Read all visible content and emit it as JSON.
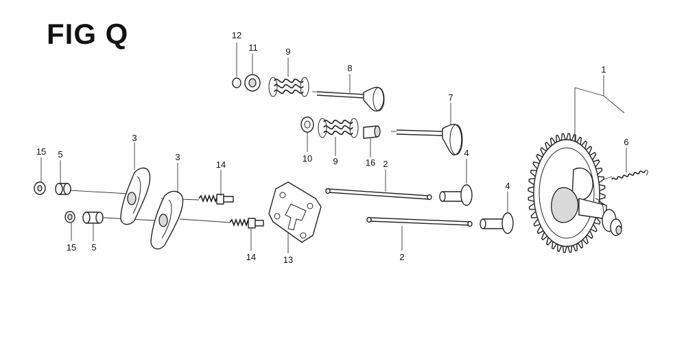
{
  "figure": {
    "title": "FIG Q"
  },
  "callouts": {
    "c1": "1",
    "c2a": "2",
    "c2b": "2",
    "c3a": "3",
    "c3b": "3",
    "c4a": "4",
    "c4b": "4",
    "c5a": "5",
    "c5b": "5",
    "c6": "6",
    "c7": "7",
    "c8": "8",
    "c9a": "9",
    "c9b": "9",
    "c10": "10",
    "c11": "11",
    "c12": "12",
    "c13": "13",
    "c14a": "14",
    "c14b": "14",
    "c15a": "15",
    "c15b": "15",
    "c16": "16"
  },
  "colors": {
    "line": "#222222",
    "background": "#ffffff"
  }
}
